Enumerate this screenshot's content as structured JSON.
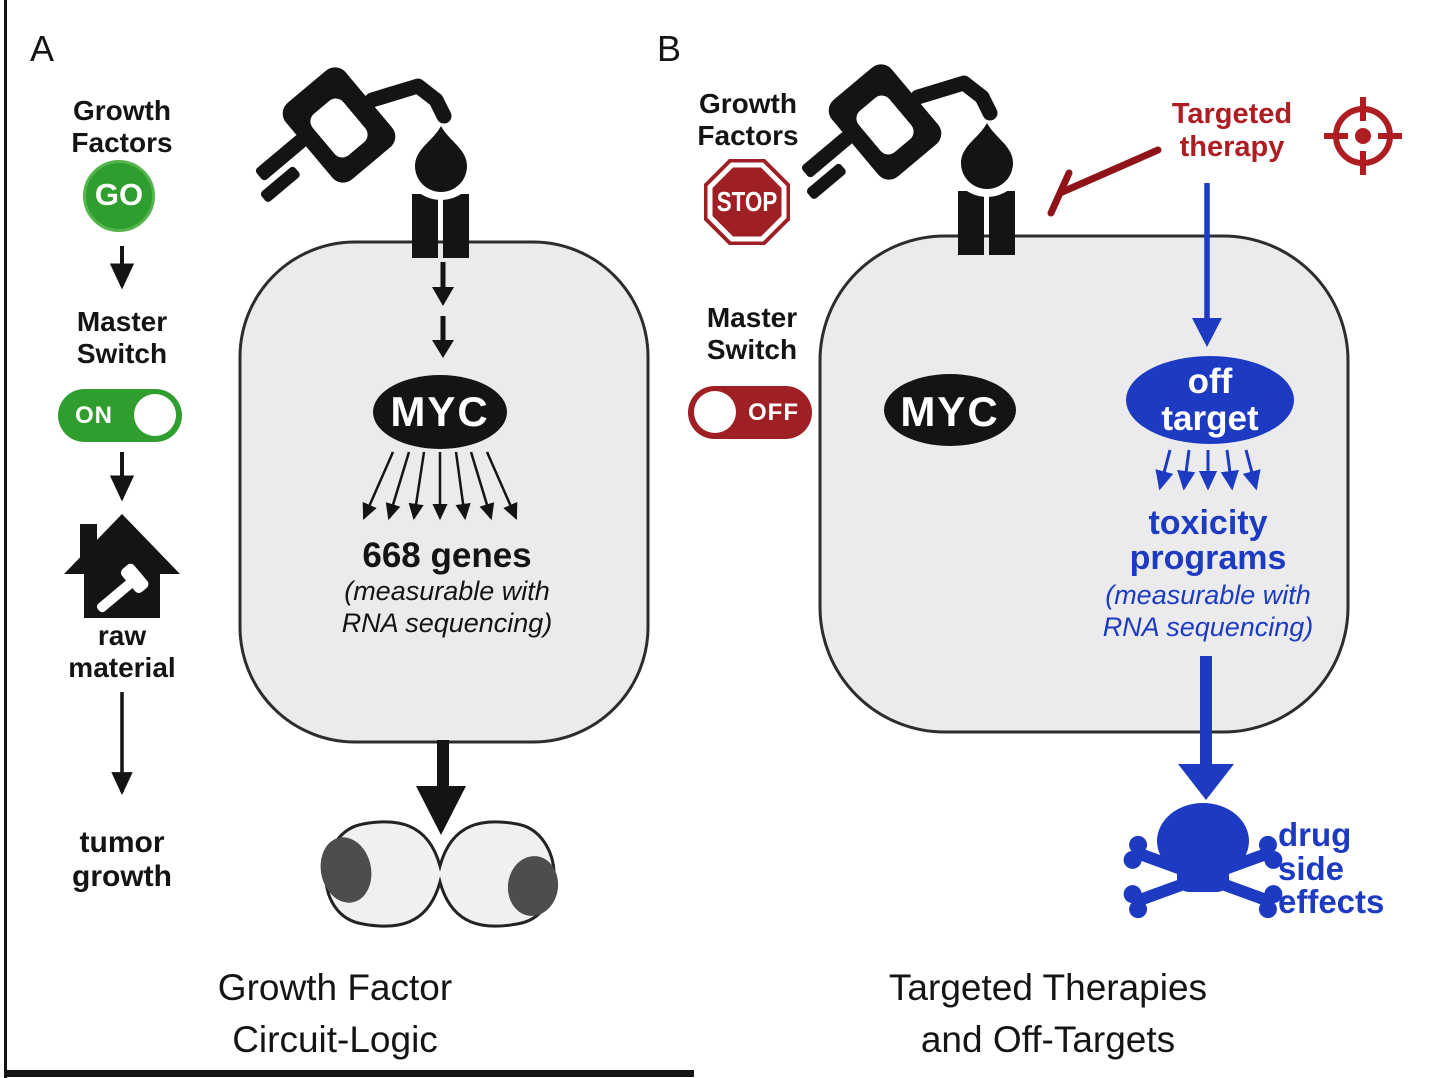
{
  "figure": {
    "type": "two-panel biology schematic",
    "colors": {
      "green": "#2f9e2f",
      "stop_red": "#9e1f24",
      "inhibitor_dark_red": "#8f1318",
      "therapy_red": "#ad1d22",
      "blue": "#1d3bc2",
      "cell_fill": "#ebebed",
      "cell_stroke": "#2d2d2d",
      "nucleus_gray": "#4d4d4d",
      "black": "#141414"
    }
  },
  "panel_a": {
    "label": "A",
    "growth_factors": "Growth\nFactors",
    "go_badge": "GO",
    "master_switch": "Master\nSwitch",
    "switch_state": "ON",
    "raw_material": "raw\nmaterial",
    "tumor_growth": "tumor\ngrowth",
    "oncogene": "MYC",
    "genes": "668 genes",
    "genes_note": "(measurable with\nRNA sequencing)",
    "caption": "Growth Factor\nCircuit-Logic"
  },
  "panel_b": {
    "label": "B",
    "growth_factors": "Growth\nFactors",
    "stop_badge": "STOP",
    "master_switch": "Master\nSwitch",
    "switch_state": "OFF",
    "targeted_therapy": "Targeted\ntherapy",
    "oncogene": "MYC",
    "off_target": "off\ntarget",
    "toxicity": "toxicity\nprograms",
    "toxicity_note": "(measurable with\nRNA sequencing)",
    "drug_side_effects": "drug\nside\neffects",
    "caption": "Targeted Therapies\nand Off-Targets"
  }
}
